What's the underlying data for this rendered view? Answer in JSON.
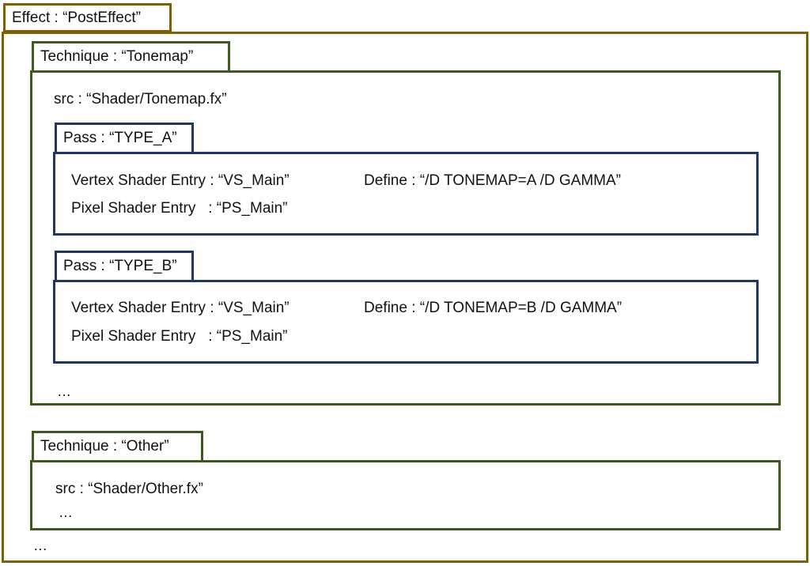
{
  "effect": {
    "label": "Effect : “PostEffect”",
    "trailing_ellipsis": "…"
  },
  "techniques": [
    {
      "label": "Technique : “Tonemap”",
      "src": "src : “Shader/Tonemap.fx”",
      "passes": [
        {
          "label": "Pass : “TYPE_A”",
          "vertex_entry": "Vertex Shader Entry : “VS_Main”",
          "pixel_entry": "Pixel Shader Entry   : “PS_Main”",
          "define": "Define : “/D TONEMAP=A /D GAMMA”"
        },
        {
          "label": "Pass : “TYPE_B”",
          "vertex_entry": "Vertex Shader Entry : “VS_Main”",
          "pixel_entry": "Pixel Shader Entry   : “PS_Main”",
          "define": "Define : “/D TONEMAP=B /D GAMMA”"
        }
      ],
      "trailing_ellipsis": "…"
    },
    {
      "label": "Technique : “Other”",
      "src": "src : “Shader/Other.fx”",
      "trailing_ellipsis": "…"
    }
  ],
  "colors": {
    "effect_border": "#7f6000",
    "technique_border": "#3d5a1e",
    "pass_border": "#1f3864"
  }
}
